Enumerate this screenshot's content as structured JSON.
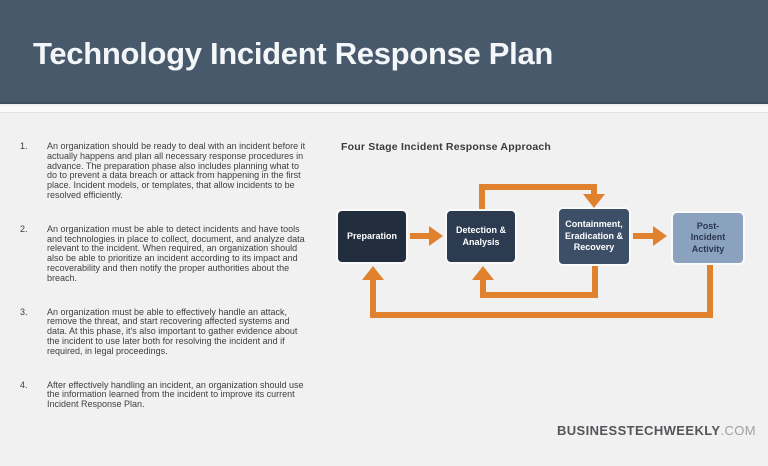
{
  "header": {
    "title": "Technology Incident Response Plan"
  },
  "notes": {
    "items": [
      {
        "number": "1.",
        "text": "An organization should be ready to deal with an incident before it actually happens and plan all necessary response procedures in advance. The preparation phase also includes planning what to do to prevent a data breach or attack from happening in the first place. Incident models, or templates, that allow incidents to be resolved efficiently."
      },
      {
        "number": "2.",
        "text": "An organization must be able to detect incidents and have tools and technologies in place to collect, document, and analyze data relevant to the incident. When required, an organization should also be able to prioritize an incident according to its impact and recoverability and then notify the proper authorities about the breach."
      },
      {
        "number": "3.",
        "text": "An organization must be able to effectively handle an attack, remove the threat, and start recovering affected systems and data. At this phase, it's also important to gather evidence about the incident to use later both for resolving the incident and if required, in legal proceedings."
      },
      {
        "number": "4.",
        "text": "After effectively handling an incident, an organization should use the information learned from the incident to improve its current Incident Response Plan."
      }
    ]
  },
  "diagram": {
    "title": "Four Stage Incident Response Approach",
    "stages": [
      {
        "label": "Preparation",
        "color": "#222D3D"
      },
      {
        "label": "Detection & Analysis",
        "color": "#2D3B50"
      },
      {
        "label": "Containment, Eradication & Recovery",
        "color": "#3D4F67"
      },
      {
        "label": "Post-Incident Activity",
        "color": "#8BA2BE"
      }
    ],
    "flows": [
      "Preparation -> Detection & Analysis",
      "Detection & Analysis -> Containment, Eradication & Recovery",
      "Containment, Eradication & Recovery -> Post-Incident Activity",
      "Containment, Eradication & Recovery -> Detection & Analysis",
      "Post-Incident Activity -> Preparation"
    ],
    "arrow_color": "#E0812E"
  },
  "footer": {
    "brand": "BUSINESSTECHWEEKLY",
    "brand_suffix": ".COM"
  },
  "colors": {
    "header_bg": "#49596C",
    "content_bg": "#F1F1F2",
    "accent_orange": "#E0812E"
  }
}
